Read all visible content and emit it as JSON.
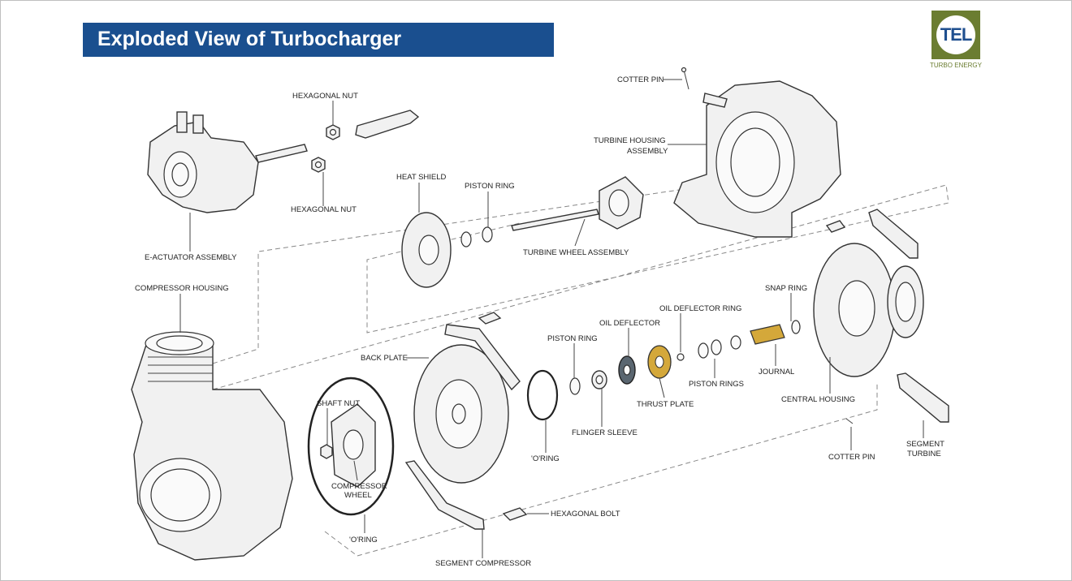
{
  "title": "Exploded View of Turbocharger",
  "logo": {
    "text": "TEL",
    "subtitle": "TURBO ENERGY",
    "bg_color": "#6b7d31",
    "text_color": "#1f4f8f"
  },
  "accent_color": "#1a4f8f",
  "labels": {
    "cotter_pin_top": "COTTER PIN",
    "hex_nut_top": "HEXAGONAL NUT",
    "hex_nut_bottom": "HEXAGONAL NUT",
    "turbine_housing_1": "TURBINE HOUSING",
    "turbine_housing_2": "ASSEMBLY",
    "heat_shield": "HEAT SHIELD",
    "piston_ring_top": "PISTON RING",
    "turbine_wheel": "TURBINE WHEEL ASSEMBLY",
    "e_actuator": "E-ACTUATOR ASSEMBLY",
    "compressor_housing": "COMPRESSOR HOUSING",
    "snap_ring": "SNAP RING",
    "oil_deflector_ring": "OIL DEFLECTOR RING",
    "oil_deflector": "OIL DEFLECTOR",
    "piston_ring_mid": "PISTON RING",
    "back_plate": "BACK PLATE",
    "piston_rings": "PISTON RINGS",
    "journal": "JOURNAL",
    "central_housing": "CENTRAL HOUSING",
    "thrust_plate": "THRUST PLATE",
    "shaft_nut": "SHAFT NUT",
    "flinger_sleeve": "FLINGER SLEEVE",
    "o_ring_mid": "'O'RING",
    "compressor_wheel_1": "COMPRESSOR",
    "compressor_wheel_2": "WHEEL",
    "o_ring_bottom": "'O'RING",
    "hex_bolt": "HEXAGONAL BOLT",
    "segment_compressor": "SEGMENT COMPRESSOR",
    "cotter_pin_bottom": "COTTER PIN",
    "segment_turbine_1": "SEGMENT",
    "segment_turbine_2": "TURBINE"
  }
}
